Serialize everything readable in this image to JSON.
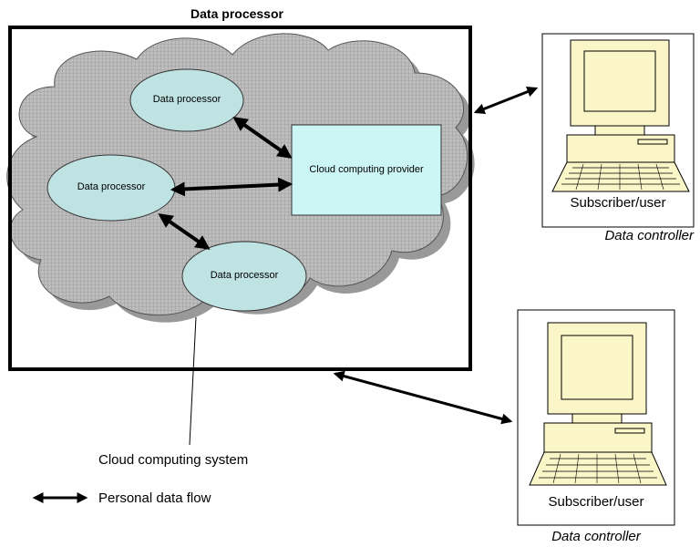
{
  "diagram": {
    "title": "Data processor",
    "nodes": {
      "processor_top": "Data processor",
      "processor_left": "Data processor",
      "processor_bottom": "Data processor",
      "provider": "Cloud computing provider"
    },
    "cloud_label": "Cloud computing system",
    "legend_label": "Personal data flow",
    "subscribers": [
      {
        "label": "Subscriber/user",
        "role": "Data controller"
      },
      {
        "label": "Subscriber/user",
        "role": "Data controller"
      }
    ],
    "colors": {
      "node_fill": "#bfe3e3",
      "provider_fill": "#ccf5f5",
      "cloud_fill": "#b5b5b5",
      "computer_fill": "#fbf6c8"
    }
  }
}
